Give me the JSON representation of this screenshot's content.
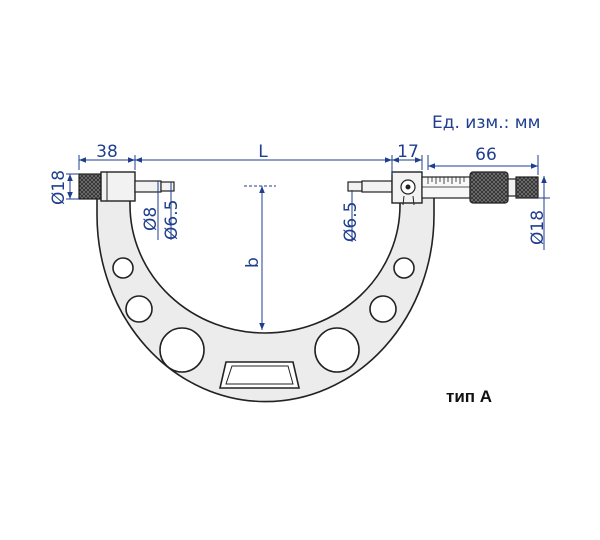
{
  "units_label": "Ед. изм.: мм",
  "type_label": "тип А",
  "dimensions": {
    "left_anvil_length": "38",
    "span": "L",
    "spindle_offset": "17",
    "micrometer_head_length": "66",
    "left_anvil_diameter": "Ø18",
    "left_anvil_neck_diameter": "Ø8",
    "left_anvil_tip_diameter": "Ø6.5",
    "spindle_tip_diameter": "Ø6.5",
    "thimble_diameter": "Ø18",
    "throat_depth": "b"
  },
  "colors": {
    "dimension": "#1f3e8f",
    "outline": "#222222",
    "frame_fill": "#ececec",
    "hole_fill": "#ffffff"
  }
}
